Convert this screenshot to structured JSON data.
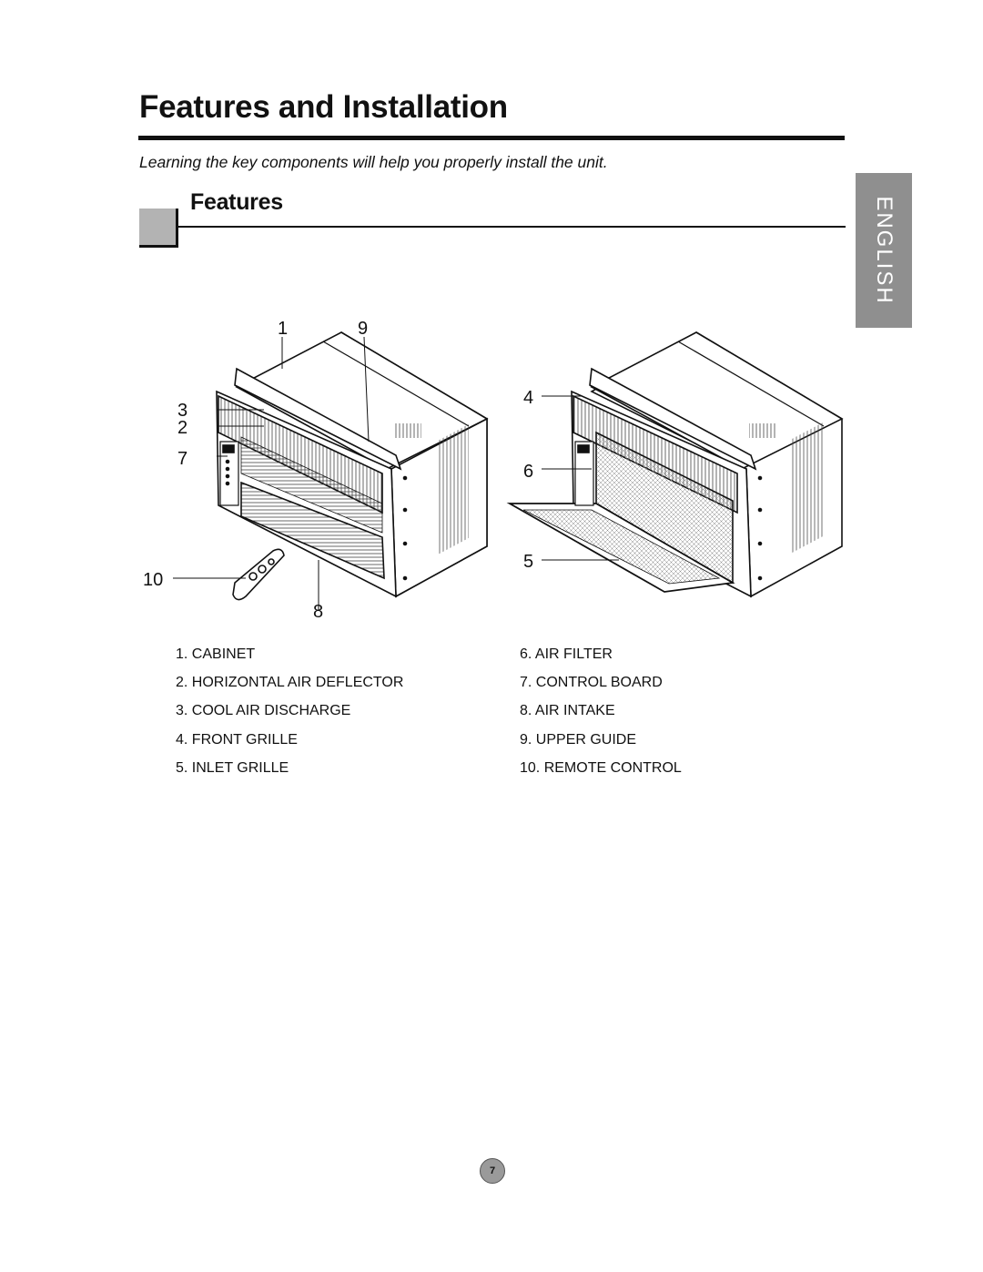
{
  "header": {
    "title": "Features and Installation",
    "subtitle": "Learning the key components will help you properly install the unit."
  },
  "section": {
    "title": "Features"
  },
  "language_tab": {
    "label": "ENGLISH"
  },
  "diagram": {
    "callouts": [
      "1",
      "9",
      "3",
      "2",
      "7",
      "10",
      "8",
      "4",
      "6",
      "5"
    ]
  },
  "parts": {
    "left": [
      "1. CABINET",
      "2. HORIZONTAL AIR DEFLECTOR",
      "3. COOL AIR DISCHARGE",
      "4. FRONT GRILLE",
      "5. INLET GRILLE"
    ],
    "right": [
      "6. AIR FILTER",
      "7. CONTROL BOARD",
      "8. AIR INTAKE",
      "9. UPPER GUIDE",
      "10. REMOTE CONTROL"
    ]
  },
  "footer": {
    "page_number": "7"
  },
  "colors": {
    "text": "#111111",
    "section_box": "#b3b3b3",
    "language_tab": "#8f8f8f",
    "page_badge": "#9a9a9a"
  }
}
